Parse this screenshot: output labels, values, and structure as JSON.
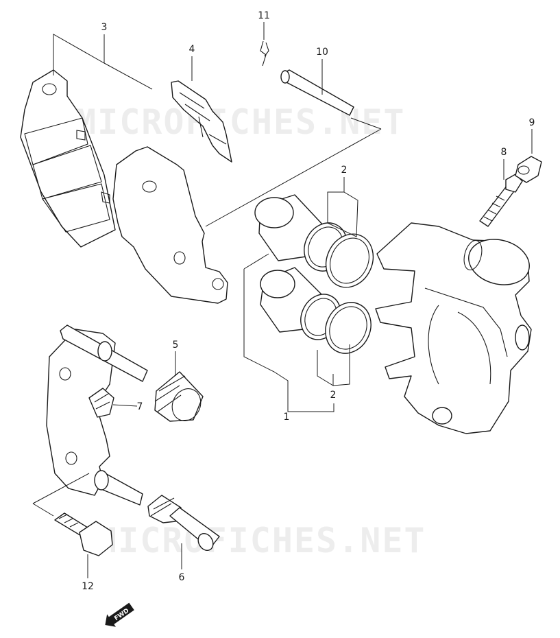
{
  "watermark": "MICROFICHES.NET",
  "direction_badge": "FWD",
  "callouts": [
    {
      "id": "1",
      "label": "1"
    },
    {
      "id": "2a",
      "label": "2"
    },
    {
      "id": "2b",
      "label": "2"
    },
    {
      "id": "3",
      "label": "3"
    },
    {
      "id": "4",
      "label": "4"
    },
    {
      "id": "5",
      "label": "5"
    },
    {
      "id": "6",
      "label": "6"
    },
    {
      "id": "7",
      "label": "7"
    },
    {
      "id": "8",
      "label": "8"
    },
    {
      "id": "9",
      "label": "9"
    },
    {
      "id": "10",
      "label": "10"
    },
    {
      "id": "11",
      "label": "11"
    },
    {
      "id": "12",
      "label": "12"
    }
  ],
  "colors": {
    "line": "#1a1a1a",
    "watermark": "#ededed",
    "background": "#ffffff"
  }
}
